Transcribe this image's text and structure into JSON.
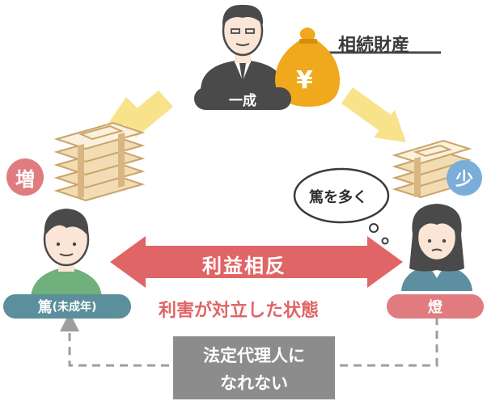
{
  "diagram": {
    "inheritance_label": "相続財産",
    "father_label": "一成",
    "child_left_label": "篤",
    "child_left_note": "(未成年)",
    "child_right_label": "燈",
    "increase_badge": "増",
    "decrease_badge": "少",
    "speech_bubble": "篤を多く",
    "conflict_label": "利益相反",
    "conflict_caption": "利害が対立した状態",
    "yen_symbol": "¥",
    "guardian_note_line1": "法定代理人に",
    "guardian_note_line2": "なれない",
    "colors": {
      "red": "#e06566",
      "teal": "#5b8f9b",
      "pink": "#e07c80",
      "dark": "#4a4a4a",
      "gold": "#f0a81c",
      "yellow_arrow": "#f8e28a",
      "blue_badge": "#7aaed8",
      "gray_box": "#8c8c8c"
    },
    "icons": [
      "man-icon",
      "money-bag-icon",
      "bill-stack-icon",
      "boy-icon",
      "girl-icon",
      "arrow-icon"
    ]
  }
}
